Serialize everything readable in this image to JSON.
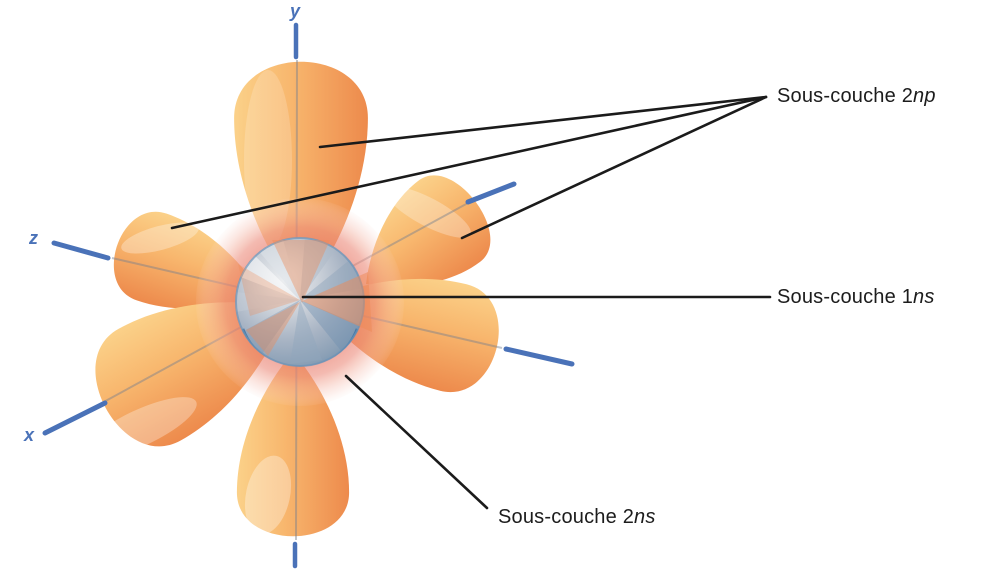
{
  "figure": {
    "type": "atomic-orbital-diagram",
    "background": "#ffffff",
    "axes": {
      "color": "#4a72b8",
      "y_label": "y",
      "z_label": "z",
      "x_label": "x"
    },
    "callouts": {
      "line_color": "#1b1b1b",
      "np": {
        "prefix": "Sous-couche 2",
        "emphasis": "np"
      },
      "ns1": {
        "prefix": "Sous-couche 1",
        "emphasis": "ns"
      },
      "ns2": {
        "prefix": "Sous-couche 2",
        "emphasis": "ns"
      }
    },
    "colors": {
      "lobe_light": "#fbd189",
      "lobe_mid": "#f8b76e",
      "lobe_deep": "#ed8a4c",
      "ring_salmon": "#ea8070",
      "sphere_light": "#edeff1",
      "sphere_mid": "#a8b4c4",
      "sphere_rim": "#3f76a4"
    }
  }
}
